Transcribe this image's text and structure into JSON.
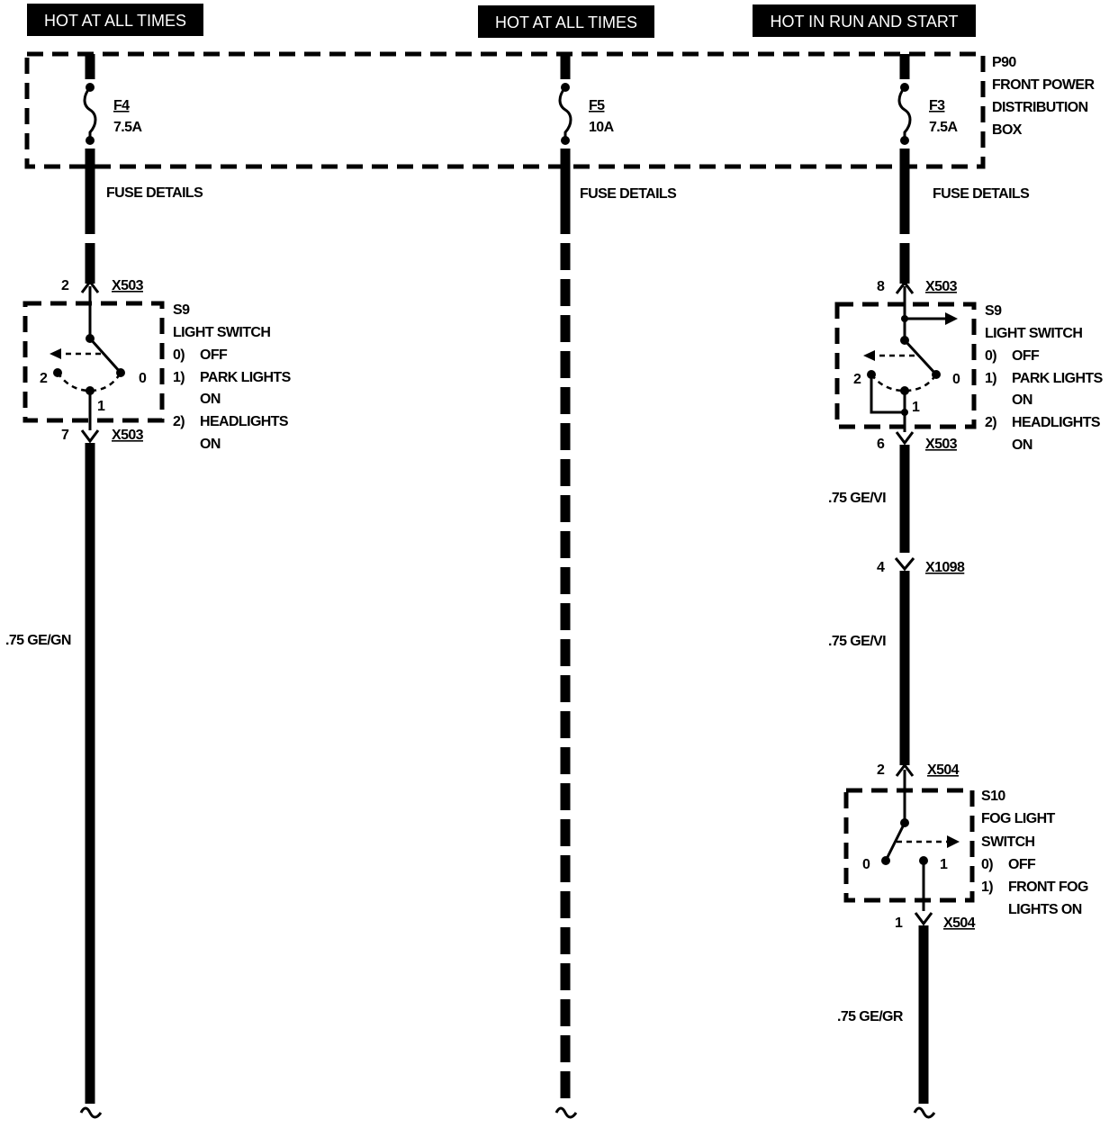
{
  "headers": {
    "left": "HOT AT ALL TIMES",
    "middle": "HOT AT ALL TIMES",
    "right": "HOT IN RUN AND START"
  },
  "power_box": {
    "id": "P90",
    "line1": "FRONT POWER",
    "line2": "DISTRIBUTION",
    "line3": "BOX"
  },
  "fuses": {
    "f4": {
      "name": "F4",
      "rating": "7.5A",
      "details": "FUSE DETAILS"
    },
    "f5": {
      "name": "F5",
      "rating": "10A",
      "details": "FUSE DETAILS"
    },
    "f3": {
      "name": "F3",
      "rating": "7.5A",
      "details": "FUSE DETAILS"
    }
  },
  "light_switch_left": {
    "top_pin": "2",
    "top_conn": "X503",
    "bottom_pin": "7",
    "bottom_conn": "X503",
    "pos_left": "2",
    "pos_right": "0",
    "pos_bottom": "1",
    "id": "S9",
    "title": "LIGHT SWITCH",
    "opt0_num": "0)",
    "opt0": "OFF",
    "opt1_num": "1)",
    "opt1a": "PARK LIGHTS",
    "opt1b": "ON",
    "opt2_num": "2)",
    "opt2a": "HEADLIGHTS",
    "opt2b": "ON"
  },
  "light_switch_right": {
    "top_pin": "8",
    "top_conn": "X503",
    "bottom_pin": "6",
    "bottom_conn": "X503",
    "pos_left": "2",
    "pos_right": "0",
    "pos_bottom": "1",
    "id": "S9",
    "title": "LIGHT SWITCH",
    "opt0_num": "0)",
    "opt0": "OFF",
    "opt1_num": "1)",
    "opt1a": "PARK LIGHTS",
    "opt1b": "ON",
    "opt2_num": "2)",
    "opt2a": "HEADLIGHTS",
    "opt2b": "ON"
  },
  "wires": {
    "left": ".75 GE/GN",
    "right_upper": ".75 GE/VI",
    "right_middle": ".75 GE/VI",
    "right_lower": ".75 GE/GR"
  },
  "connector_x1098": {
    "pin": "4",
    "name": "X1098"
  },
  "fog_switch": {
    "top_pin": "2",
    "top_conn": "X504",
    "bottom_pin": "1",
    "bottom_conn": "X504",
    "pos_left": "0",
    "pos_right": "1",
    "id": "S10",
    "title1": "FOG LIGHT",
    "title2": "SWITCH",
    "opt0_num": "0)",
    "opt0": "OFF",
    "opt1_num": "1)",
    "opt1a": "FRONT FOG",
    "opt1b": "LIGHTS ON"
  }
}
